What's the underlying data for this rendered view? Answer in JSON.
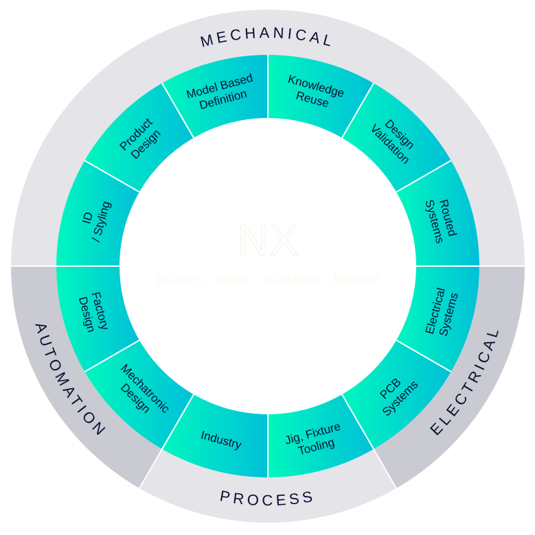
{
  "diagram": {
    "center": {
      "logo": "NX",
      "tagline": [
        "proven",
        "open",
        "scalable",
        "flexible"
      ]
    },
    "categories": [
      {
        "id": "mechanical",
        "label": "MECHANICAL",
        "color": "#e4e4e9"
      },
      {
        "id": "electrical",
        "label": "ELECTRICAL",
        "color": "#cacad3"
      },
      {
        "id": "process",
        "label": "PROCESS",
        "color": "#e4e4e9"
      },
      {
        "id": "automation",
        "label": "AUTOMATION",
        "color": "#cacad3"
      }
    ],
    "segments": [
      {
        "lines": [
          "ID",
          "/ Styling"
        ],
        "category": "mechanical"
      },
      {
        "lines": [
          "Product",
          "Design"
        ],
        "category": "mechanical"
      },
      {
        "lines": [
          "Model Based",
          "Definition"
        ],
        "category": "mechanical"
      },
      {
        "lines": [
          "Knowledge",
          "Reuse"
        ],
        "category": "mechanical"
      },
      {
        "lines": [
          "Design",
          "Validation"
        ],
        "category": "mechanical"
      },
      {
        "lines": [
          "Routed",
          "Systems"
        ],
        "category": "mechanical"
      },
      {
        "lines": [
          "Electrical",
          "Systems"
        ],
        "category": "electrical"
      },
      {
        "lines": [
          "PCB",
          "Systems"
        ],
        "category": "electrical"
      },
      {
        "lines": [
          "Jig, Fixture",
          "Tooling"
        ],
        "category": "process"
      },
      {
        "lines": [
          "Industry"
        ],
        "category": "process"
      },
      {
        "lines": [
          "Mechatronic",
          "Design"
        ],
        "category": "automation"
      },
      {
        "lines": [
          "Factory",
          "Design"
        ],
        "category": "automation"
      }
    ],
    "colors": {
      "gradient_start": "#00f7bf",
      "gradient_end": "#00c0d8",
      "text": "#0b1030",
      "divider": "#ffffff"
    }
  }
}
